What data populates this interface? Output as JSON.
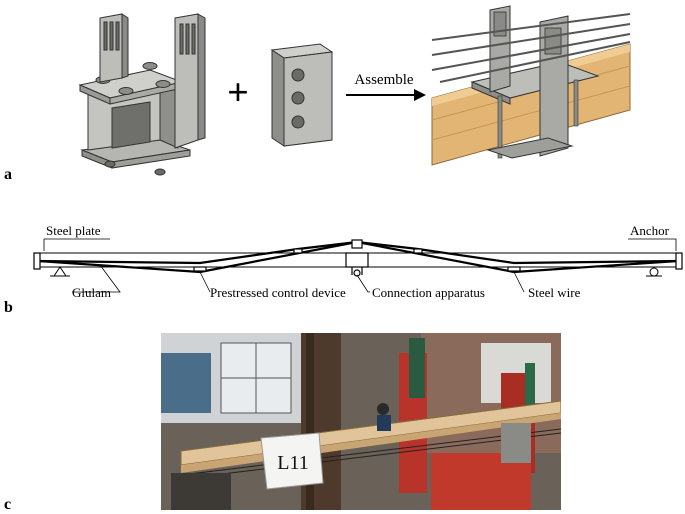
{
  "panels": {
    "a": {
      "letter": "a",
      "assemble_label": "Assemble",
      "plus_symbol": "+"
    },
    "b": {
      "letter": "b",
      "labels": {
        "steel_plate": "Steel plate",
        "anchor": "Anchor",
        "glulam": "Glulam",
        "prestressed_control_device": "Prestressed control device",
        "connection_apparatus": "Connection apparatus",
        "steel_wire": "Steel wire"
      }
    },
    "c": {
      "letter": "c",
      "specimen_tag": "L11"
    }
  },
  "colors": {
    "steel_gray": "#a9a9a5",
    "steel_dark": "#6e6e6a",
    "wood": "#e2b574",
    "wood_dark": "#c99550",
    "wire": "#1a1a1a",
    "red_frame": "#b8342a"
  }
}
